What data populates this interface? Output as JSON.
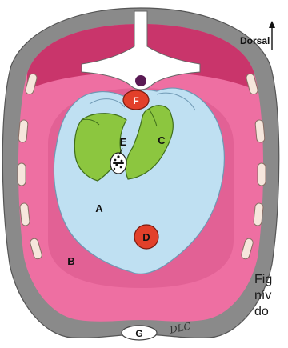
{
  "orientation": {
    "label": "Dorsal"
  },
  "labels": {
    "A": "A",
    "B": "B",
    "C": "C",
    "D": "D",
    "E": "E",
    "F": "F",
    "G": "G"
  },
  "caption": {
    "line1": "Fig",
    "line2": "nív",
    "line3": "do"
  },
  "signature": "DLC",
  "colors": {
    "body_wall": "#8a8a8a",
    "dorsal_muscle": "#c9356b",
    "cavity_pink": "#ee6fa2",
    "viscera_blue": "#bfe0f2",
    "green_organ": "#8cc63f",
    "red_vessel": "#e2402a",
    "vertebra": "#ffffff",
    "spinal_cord": "#5a1a54",
    "rib": "#f6e6dc"
  }
}
